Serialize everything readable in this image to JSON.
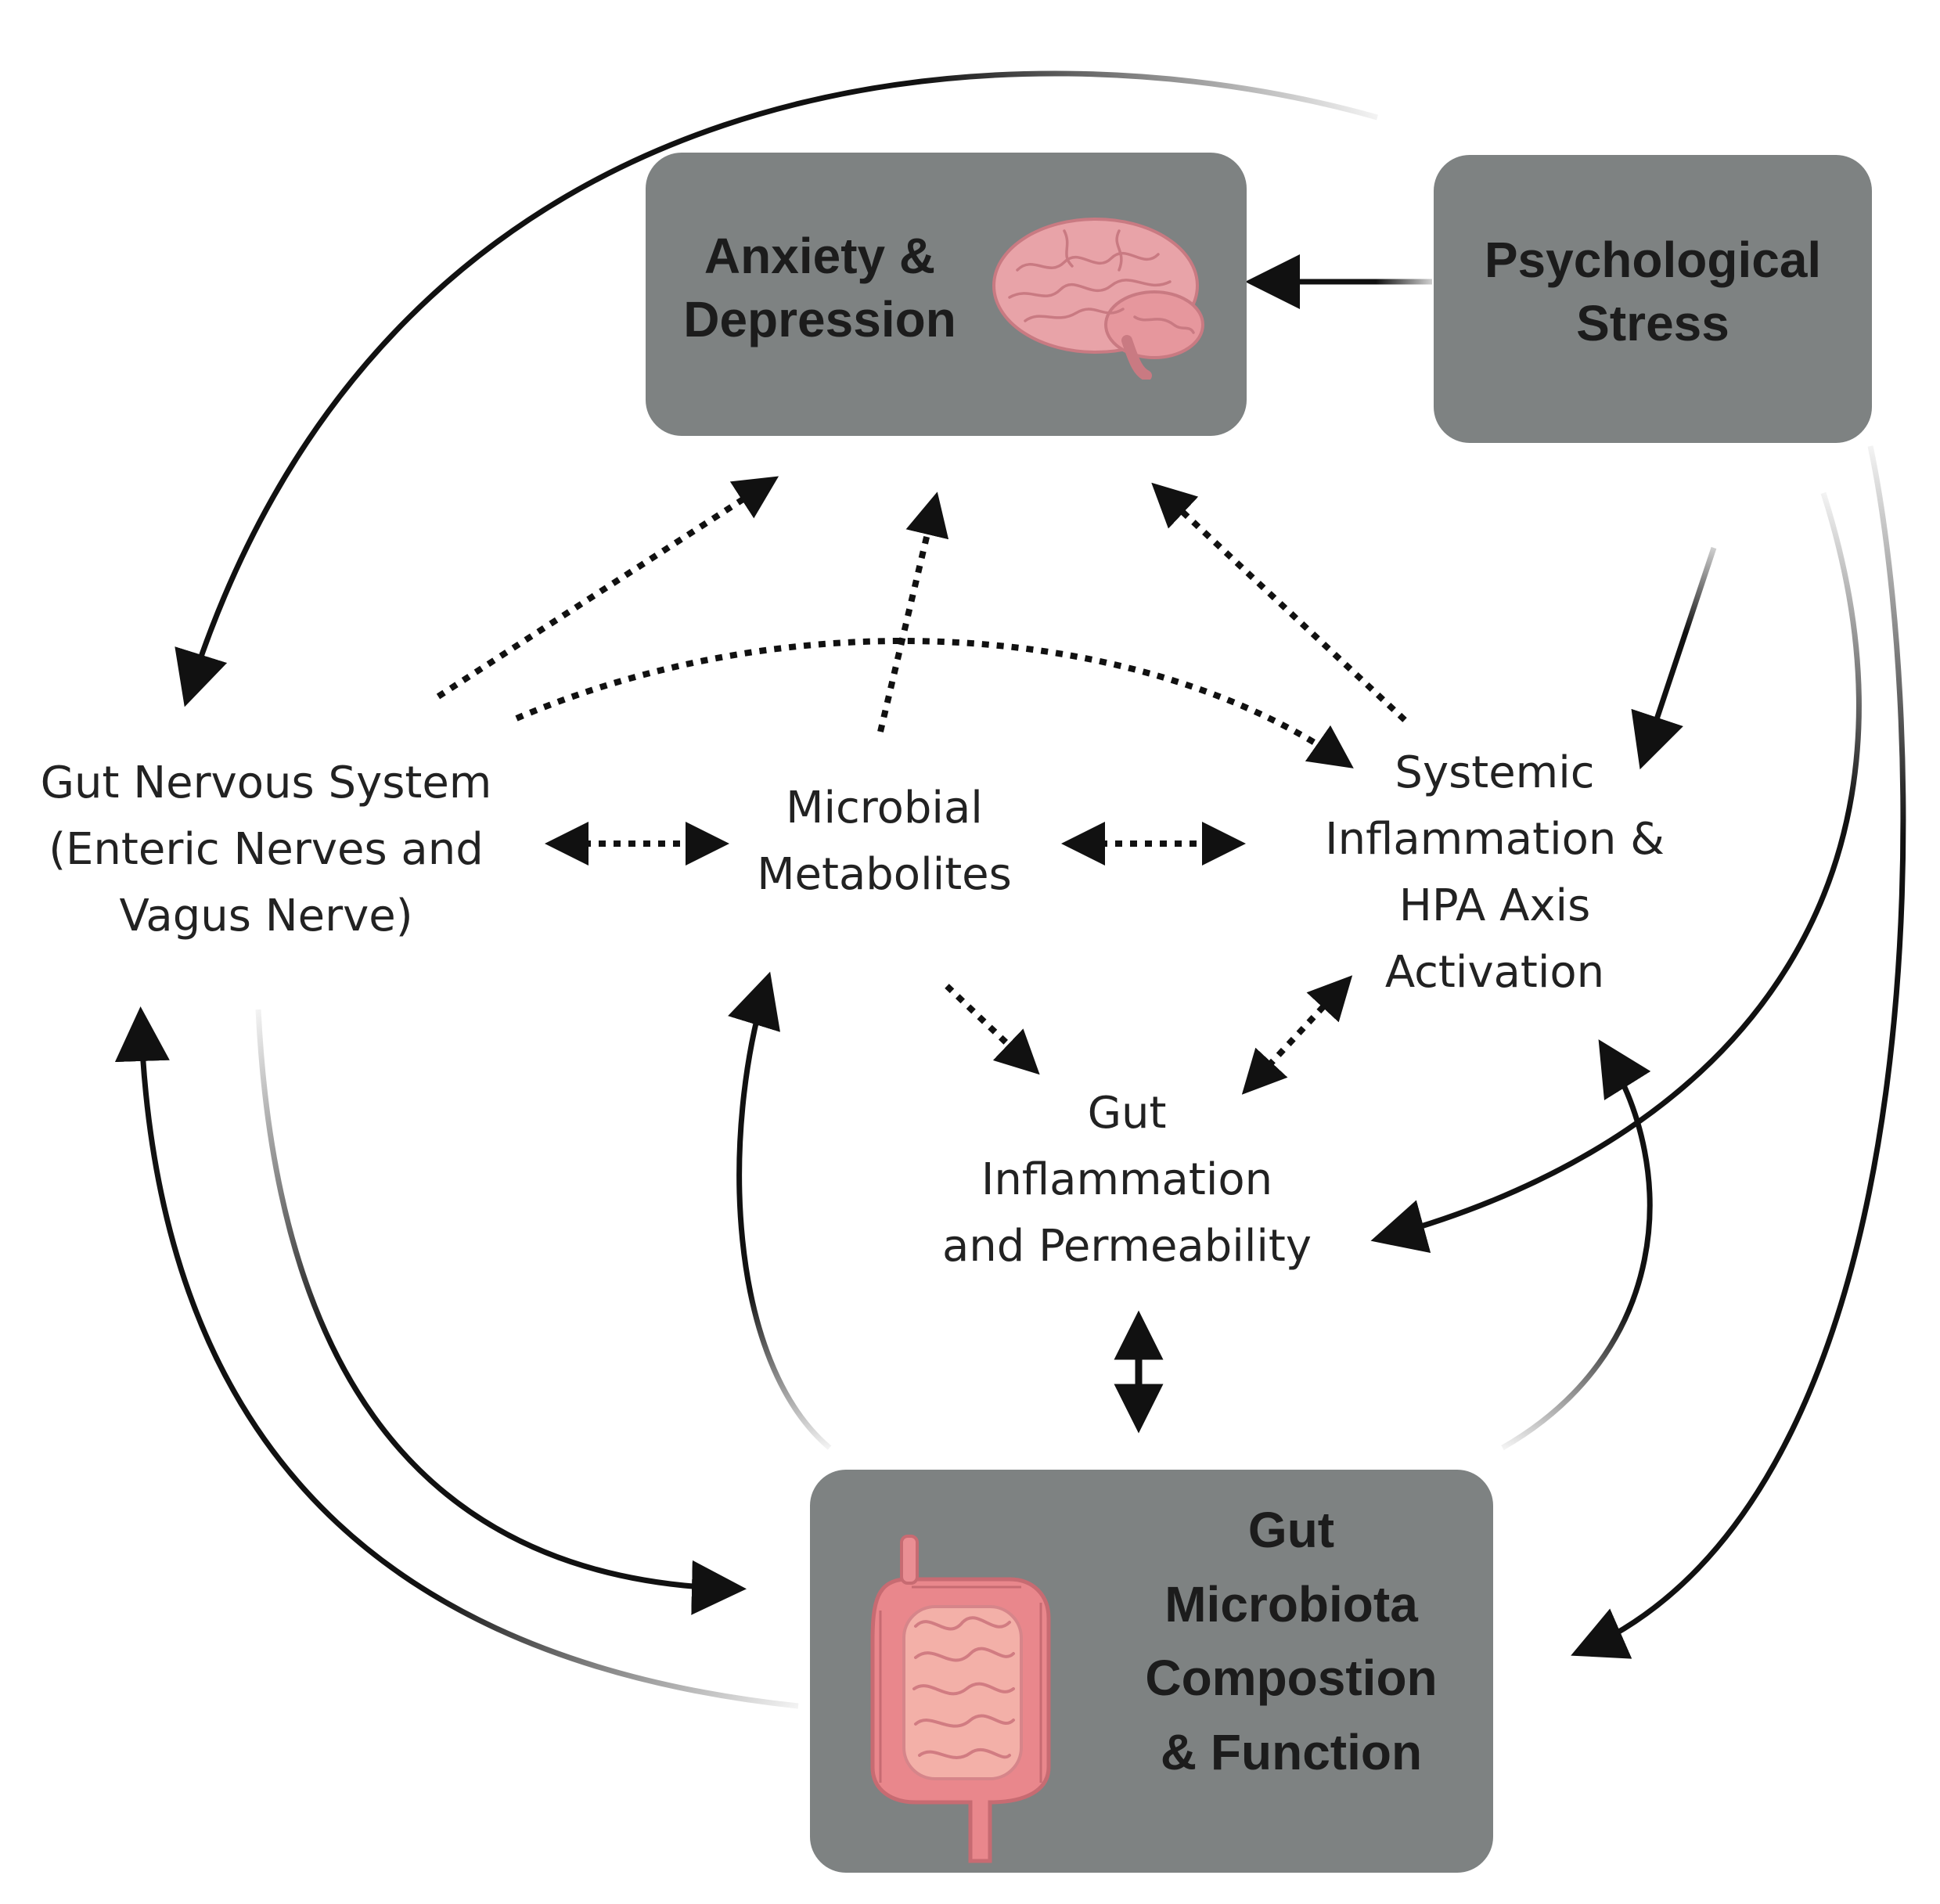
{
  "boxes": {
    "anxiety": {
      "lines": [
        "Anxiety &",
        "Depression"
      ]
    },
    "stress": {
      "lines": [
        "Psychological",
        "Stress"
      ]
    },
    "microbiota": {
      "lines": [
        "Gut",
        "Microbiota",
        "Compostion",
        "& Function"
      ]
    }
  },
  "nodes": {
    "gut_nervous": {
      "lines": [
        "Gut Nervous System",
        "(Enteric Nerves and",
        "Vagus Nerve)"
      ]
    },
    "metabolites": {
      "lines": [
        "Microbial",
        "Metabolites"
      ]
    },
    "systemic": {
      "lines": [
        "Systemic",
        "Inflammation &",
        "HPA Axis",
        "Activation"
      ]
    },
    "gut_inflammation": {
      "lines": [
        "Gut",
        "Inflammation",
        "and Permeability"
      ]
    }
  },
  "icons": [
    "brain-icon",
    "intestine-icon"
  ],
  "colors": {
    "box_fill": "#7e8282",
    "arrow": "#111111",
    "box_text": "#1c1c1c",
    "node_text": "#222222",
    "brain": "#e8a3a8",
    "intestine": "#e9878c"
  }
}
